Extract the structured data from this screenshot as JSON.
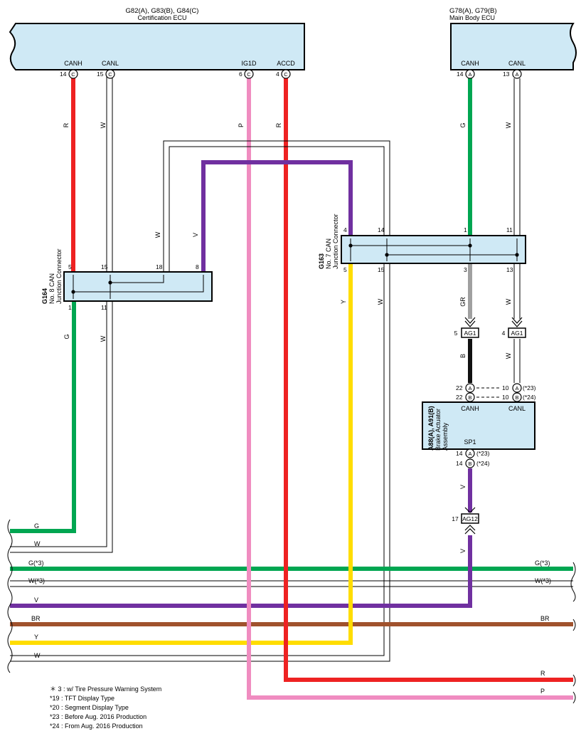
{
  "ecu_cert": {
    "title": "G82(A), G83(B), G84(C)",
    "subtitle": "Certification ECU",
    "pins": [
      {
        "name": "CANH",
        "num": "14",
        "conn": "C"
      },
      {
        "name": "CANL",
        "num": "15",
        "conn": "C"
      },
      {
        "name": "IG1D",
        "num": "6",
        "conn": "C"
      },
      {
        "name": "ACCD",
        "num": "4",
        "conn": "C"
      }
    ]
  },
  "ecu_body": {
    "title": "G78(A), G79(B)",
    "subtitle": "Main Body ECU",
    "pins": [
      {
        "name": "CANH",
        "num": "14",
        "conn": "A"
      },
      {
        "name": "CANL",
        "num": "13",
        "conn": "A"
      }
    ]
  },
  "jc8": {
    "code": "G164",
    "name1": "No. 8 CAN",
    "name2": "Junction Connector",
    "top_pins": [
      "5",
      "15",
      "18",
      "8"
    ],
    "bottom_pins": [
      "1",
      "11"
    ]
  },
  "jc7": {
    "code": "G163",
    "name1": "No. 7 CAN",
    "name2": "Junction Connector",
    "top_pins": [
      "4",
      "14",
      "1",
      "11"
    ],
    "bottom_pins": [
      "5",
      "15",
      "3",
      "13"
    ]
  },
  "brake": {
    "code": "A88(A), A91(B)",
    "name1": "Brake Actuator",
    "name2": "Assembly",
    "canh": "CANH",
    "canl": "CANL",
    "sp1": "SP1",
    "pins_top": [
      {
        "num": "22",
        "conn": "A",
        "num2": "10",
        "conn2": "A",
        "note": "(*23)"
      },
      {
        "num": "22",
        "conn": "B",
        "num2": "10",
        "conn2": "B",
        "note": "(*24)"
      }
    ],
    "pins_bottom": [
      {
        "num": "14",
        "conn": "A",
        "note": "(*23)"
      },
      {
        "num": "14",
        "conn": "B",
        "note": "(*24)"
      }
    ]
  },
  "connectors": {
    "ag1_left": {
      "num": "5",
      "name": "AG1"
    },
    "ag1_right": {
      "num": "4",
      "name": "AG1"
    },
    "ag12": {
      "num": "17",
      "name": "AG12"
    }
  },
  "wire_labels": {
    "canh_cert": "R",
    "canl_cert": "W",
    "ig1d": "P",
    "accd": "R",
    "jc8_w": "W",
    "jc8_v": "V",
    "jc8_out_g": "G",
    "jc8_out_w": "W",
    "body_g": "G",
    "body_w": "W",
    "jc7_y": "Y",
    "jc7_w": "W",
    "jc7_gr": "GR",
    "jc7_w2": "W",
    "ag1_b": "B",
    "ag1_w": "W",
    "brake_v": "V",
    "ag12_v": "V"
  },
  "bus_labels": {
    "g": "G",
    "w": "W",
    "g3": "G(*3)",
    "w3": "W(*3)",
    "v": "V",
    "br": "BR",
    "y": "Y",
    "w2": "W",
    "r": "R",
    "p": "P",
    "g3_right": "G(*3)",
    "w3_right": "W(*3)",
    "br_right": "BR"
  },
  "colors": {
    "red": "#ee2222",
    "green": "#00a651",
    "purple": "#7030a0",
    "pink": "#f08cc0",
    "yellow": "#ffdd00",
    "brown": "#a0522d",
    "gray": "#a0a0a0",
    "black": "#111111",
    "box": "#cfe9f5"
  },
  "legend": [
    "＊ 3 : w/ Tire Pressure Warning System",
    "*19 : TFT Display Type",
    "*20 : Segment Display Type",
    "*23 : Before Aug.  2016 Production",
    "*24 : From Aug.  2016 Production"
  ]
}
